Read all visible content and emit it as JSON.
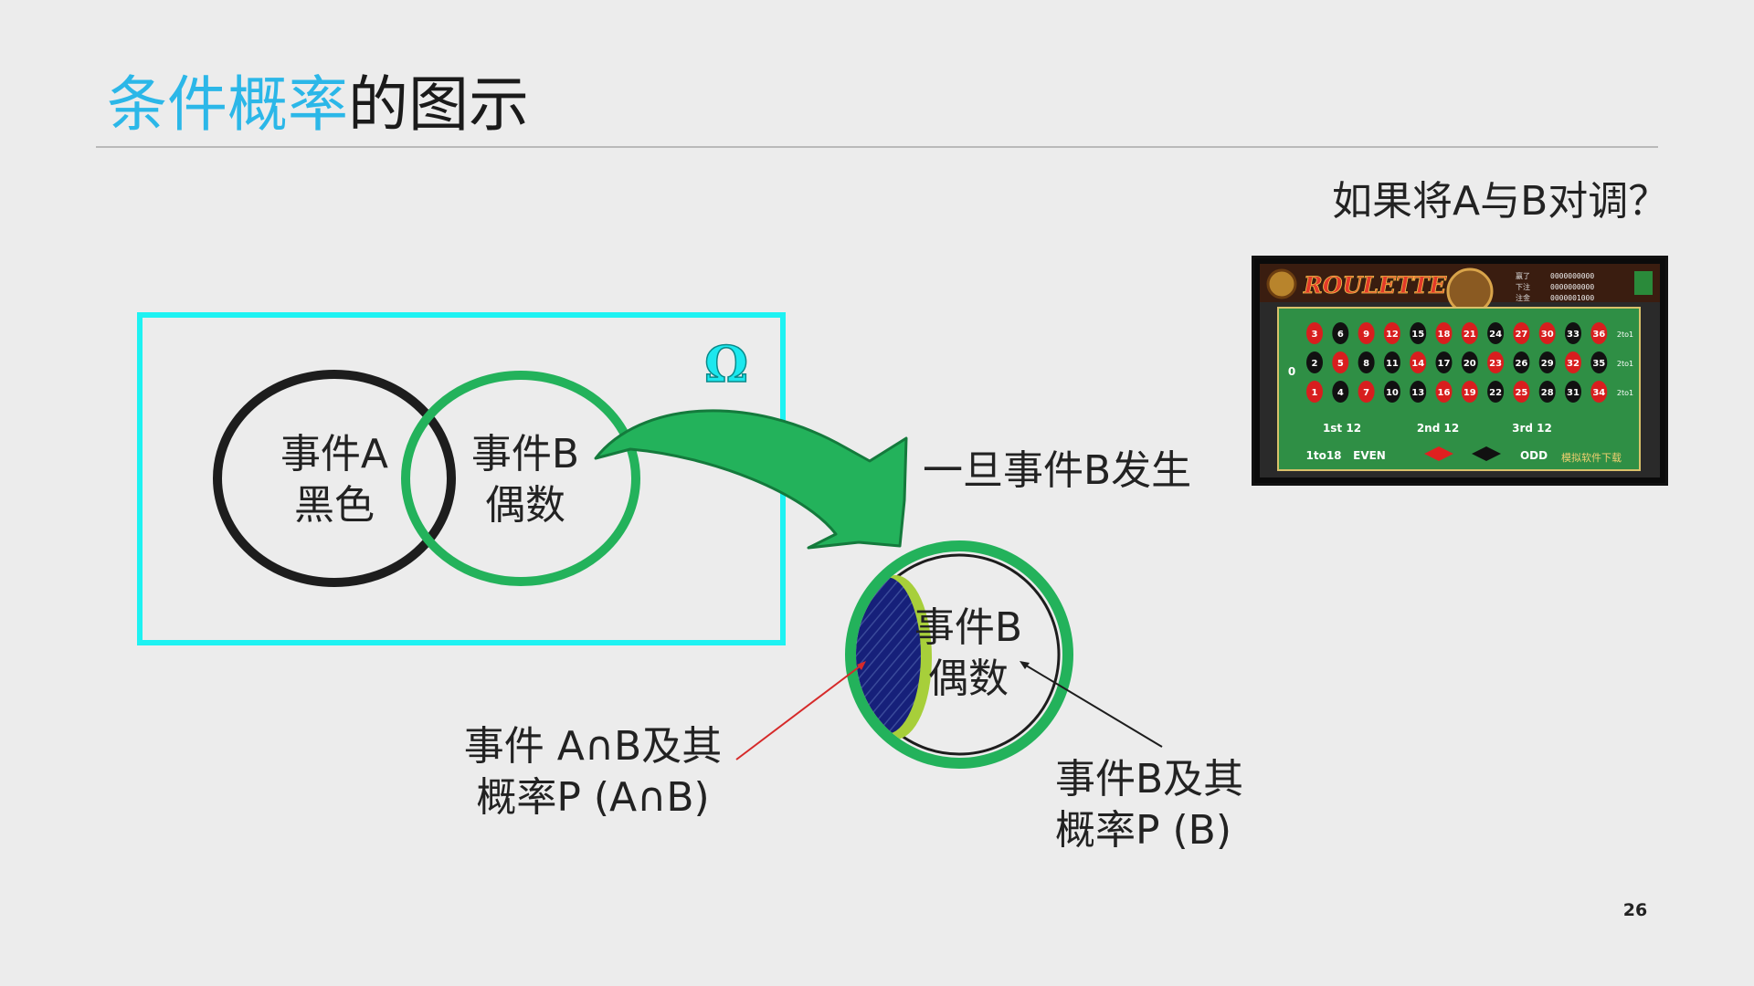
{
  "title": {
    "accent": "条件概率",
    "rest": "的图示"
  },
  "question": "如果将A与B对调？",
  "page_number": "26",
  "omega": "Ω",
  "event_a": {
    "line1": "事件A",
    "line2": "黑色"
  },
  "event_b": {
    "line1": "事件B",
    "line2": "偶数"
  },
  "arrow_caption": "一旦事件B发生",
  "zoom_b": {
    "line1": "事件B",
    "line2": "偶数"
  },
  "callout_ab": {
    "line1": "事件 A∩B及其",
    "line2": "概率P (A∩B)"
  },
  "callout_b": {
    "line1": "事件B及其",
    "line2": "概率P (B)"
  },
  "roulette": {
    "logo": "ROULETTE",
    "row1": [
      "3",
      "6",
      "9",
      "12",
      "15",
      "18",
      "21",
      "24",
      "27",
      "30",
      "33",
      "36"
    ],
    "row2": [
      "2",
      "5",
      "8",
      "11",
      "14",
      "17",
      "20",
      "23",
      "26",
      "29",
      "32",
      "35"
    ],
    "row3": [
      "1",
      "4",
      "7",
      "10",
      "13",
      "16",
      "19",
      "22",
      "25",
      "28",
      "31",
      "34"
    ],
    "zero": "0",
    "dozens": [
      "1st 12",
      "2nd 12",
      "3rd 12"
    ],
    "bottom": [
      "1to18",
      "EVEN",
      "ODD"
    ],
    "column_bet": "2to1",
    "readouts": [
      "0000000000",
      "0000000000",
      "0000001000"
    ],
    "readout_labels": [
      "赢了",
      "下注",
      "注金"
    ],
    "watermark": "模拟软件下载"
  },
  "colors": {
    "accent": "#2bb7e8",
    "frame": "#1ef2f2",
    "green": "#23b25b",
    "hatch": "#1b2a8c"
  }
}
